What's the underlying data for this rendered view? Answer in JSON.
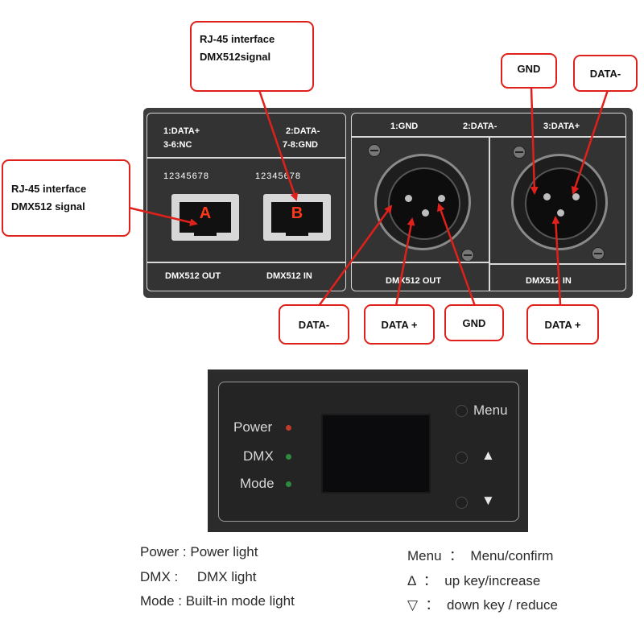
{
  "rj45_panel": {
    "pinout_left_1": "1:DATA+",
    "pinout_left_2": "3-6:NC",
    "pinout_right_1": "2:DATA-",
    "pinout_right_2": "7-8:GND",
    "pin_numbers_a": "12345678",
    "pin_numbers_b": "12345678",
    "port_a_letter": "A",
    "port_b_letter": "B",
    "port_a_label": "DMX512 OUT",
    "port_b_label": "DMX512 IN"
  },
  "xlr_panel": {
    "pin1": "1:GND",
    "pin2": "2:DATA-",
    "pin3": "3:DATA+",
    "out_label": "DMX512 OUT",
    "in_label": "DMX512 IN"
  },
  "callouts": {
    "rj45_top_line1": "RJ-45 interface",
    "rj45_top_line2": "DMX512signal",
    "rj45_left_line1": "RJ-45 interface",
    "rj45_left_line2": "DMX512 signal",
    "gnd_top": "GND",
    "data_minus_top": "DATA-",
    "data_minus_bottom": "DATA-",
    "data_plus_bottom": "DATA +",
    "gnd_bottom": "GND",
    "data_plus_right": "DATA +"
  },
  "controller": {
    "power_label": "Power",
    "dmx_label": "DMX",
    "mode_label": "Mode",
    "menu_label": "Menu",
    "up_symbol": "▲",
    "down_symbol": "▼",
    "colors": {
      "power_led": "#c0392b",
      "status_led": "#2e8b3e"
    }
  },
  "legend": {
    "left": [
      "Power : Power light",
      "DMX :     DMX light",
      "Mode : Built-in mode light"
    ],
    "right": [
      "Menu  ：  Menu/confirm",
      "Δ  ：  up key/increase",
      "▽  ：  down key / reduce"
    ]
  },
  "colors": {
    "callout_border": "#e0201a",
    "arrow": "#e0201a"
  }
}
